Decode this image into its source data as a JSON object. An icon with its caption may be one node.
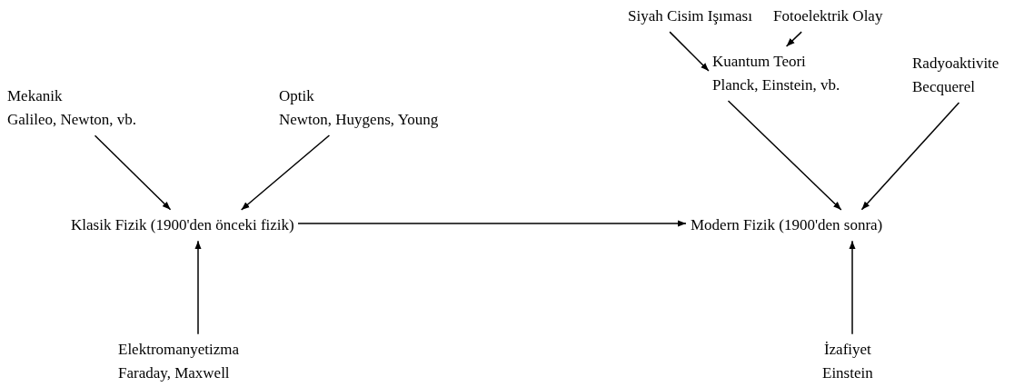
{
  "diagram": {
    "nodes": [
      {
        "text": [
          "Mekanik",
          "Galileo, Newton, vb."
        ]
      },
      {
        "text": [
          "Optik",
          "Newton, Huygens, Young"
        ]
      },
      {
        "text": [
          "Klasik Fizik (1900'den önceki fizik)"
        ]
      },
      {
        "text": [
          "Elektromanyetizma",
          "Faraday, Maxwell"
        ]
      },
      {
        "text": [
          "Siyah Cisim Işıması"
        ]
      },
      {
        "text": [
          "Fotoelektrik Olay"
        ]
      },
      {
        "text": [
          "Kuantum Teori",
          "Planck, Einstein, vb."
        ]
      },
      {
        "text": [
          "Radyoaktivite",
          "Becquerel"
        ]
      },
      {
        "text": [
          "Modern Fizik (1900'den sonra)"
        ]
      },
      {
        "text": [
          "İzafiyet",
          "Einstein"
        ]
      }
    ],
    "edges": [
      {
        "from": 0,
        "to": 2,
        "arrow": "to"
      },
      {
        "from": 1,
        "to": 2,
        "arrow": "to"
      },
      {
        "from": 3,
        "to": 2,
        "arrow": "to"
      },
      {
        "from": 2,
        "to": 8,
        "arrow": "to"
      },
      {
        "from": 4,
        "to": 6,
        "arrow": "to"
      },
      {
        "from": 5,
        "to": 6,
        "arrow": "to"
      },
      {
        "from": 6,
        "to": 8,
        "arrow": "to"
      },
      {
        "from": 7,
        "to": 8,
        "arrow": "to"
      },
      {
        "from": 9,
        "to": 8,
        "arrow": "to"
      }
    ]
  }
}
